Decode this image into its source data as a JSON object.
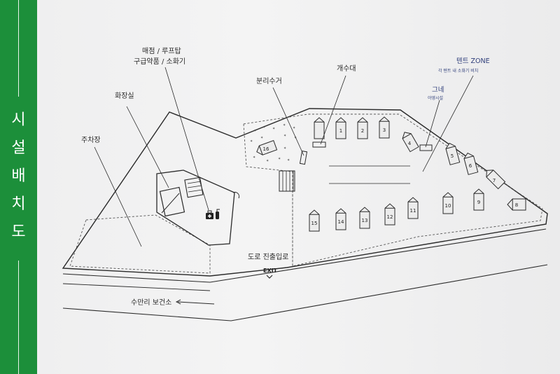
{
  "sign": {
    "title_chars": [
      "시",
      "설",
      "배",
      "치",
      "도"
    ],
    "colors": {
      "stripe": "#1c8f3a",
      "board": "#f1f1f1",
      "line": "#2a2a2a",
      "zone_text": "#2f3e7a"
    }
  },
  "labels": {
    "store_rooftop": "매점 / 루프탑",
    "first_aid_extinguisher": "구급약품 / 소화기",
    "restroom": "화장실",
    "parking": "주차장",
    "recycling": "분리수거",
    "sink": "개수대",
    "tent_zone": "텐트 ZONE",
    "tent_zone_note": "각 텐트 내 소화기 비치",
    "shade": "그네",
    "shade_note": "야영시설",
    "entrance": "도로 진출입로",
    "exit": "EXIT",
    "direction": "수만리 보건소"
  },
  "sites": [
    "1",
    "2",
    "3",
    "4",
    "5",
    "6",
    "7",
    "8",
    "9",
    "10",
    "11",
    "12",
    "13",
    "14",
    "15",
    "16"
  ],
  "icons": {
    "first_aid": "first-aid-kit-icon",
    "extinguisher": "fire-extinguisher-icon",
    "arrow": "arrow-left-icon",
    "exit_chevron": "chevron-down-icon"
  }
}
